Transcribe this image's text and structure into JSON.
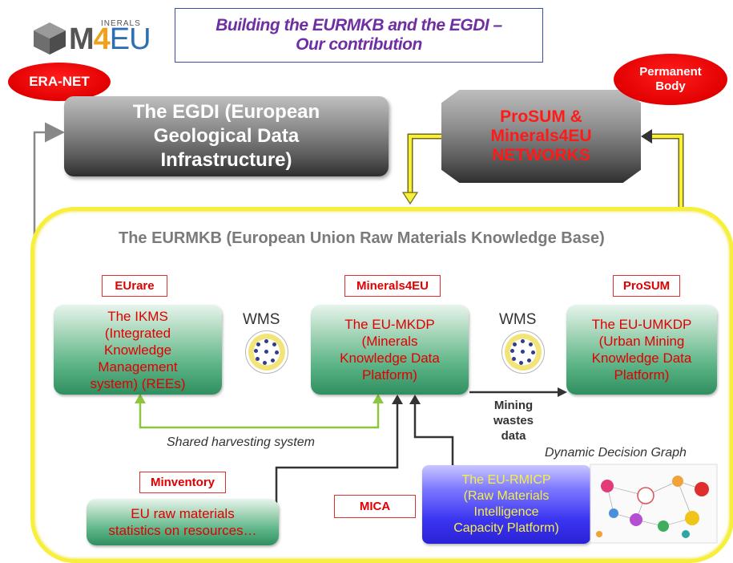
{
  "title": {
    "line1": "Building the EURMKB and the EGDI –",
    "line2": "Our contribution"
  },
  "logo": {
    "main": "M",
    "four": "4",
    "eu": "EU",
    "inerals": "INERALS",
    "colors": {
      "gray": "#555555",
      "orange": "#f0a11c",
      "blue": "#2e6fb4"
    }
  },
  "era_net": "ERA-NET",
  "permanent_body": {
    "line1": "Permanent",
    "line2": "Body"
  },
  "egdi": {
    "line1": "The EGDI (European",
    "line2": "Geological Data",
    "line3": "Infrastructure)"
  },
  "networks": {
    "line1": "ProSUM &",
    "line2": "Minerals4EU",
    "line3": "NETWORKS"
  },
  "eurmkb_title": "The EURMKB (European Union Raw Materials Knowledge Base)",
  "tags": {
    "eurare": "EUrare",
    "minerals4eu": "Minerals4EU",
    "prosum": "ProSUM",
    "minventory": "Minventory",
    "mica": "MICA"
  },
  "ikms": {
    "line1": "The IKMS",
    "line2": "(Integrated",
    "line3": "Knowledge",
    "line4": "Management",
    "line5": "system) (REEs)"
  },
  "mkdp": {
    "line1": "The EU-MKDP",
    "line2": "(Minerals",
    "line3": "Knowledge Data",
    "line4": "Platform)"
  },
  "umkdp": {
    "line1": "The EU-UMKDP",
    "line2": "(Urban Mining",
    "line3": "Knowledge Data",
    "line4": "Platform)"
  },
  "wms_left": "WMS",
  "wms_right": "WMS",
  "shared_harvesting": "Shared harvesting system",
  "mining_wastes": {
    "line1": "Mining",
    "line2": "wastes",
    "line3": "data"
  },
  "dynamic_decision_graph": "Dynamic Decision Graph",
  "minventory_box": {
    "line1": "EU raw materials",
    "line2": "statistics on resources…"
  },
  "rmicp": {
    "line1": "The EU-RMICP",
    "line2": "(Raw Materials",
    "line3": "Intelligence",
    "line4": "Capacity Platform)"
  },
  "colors": {
    "title_purple": "#6f2fa3",
    "ellipse_red": "#e20000",
    "tag_red": "#e00000",
    "green": "#5fb689",
    "yellow_border": "#f7ef3a",
    "blue_box": "#3a34f0",
    "blue_text_yellow": "#f6f043"
  }
}
